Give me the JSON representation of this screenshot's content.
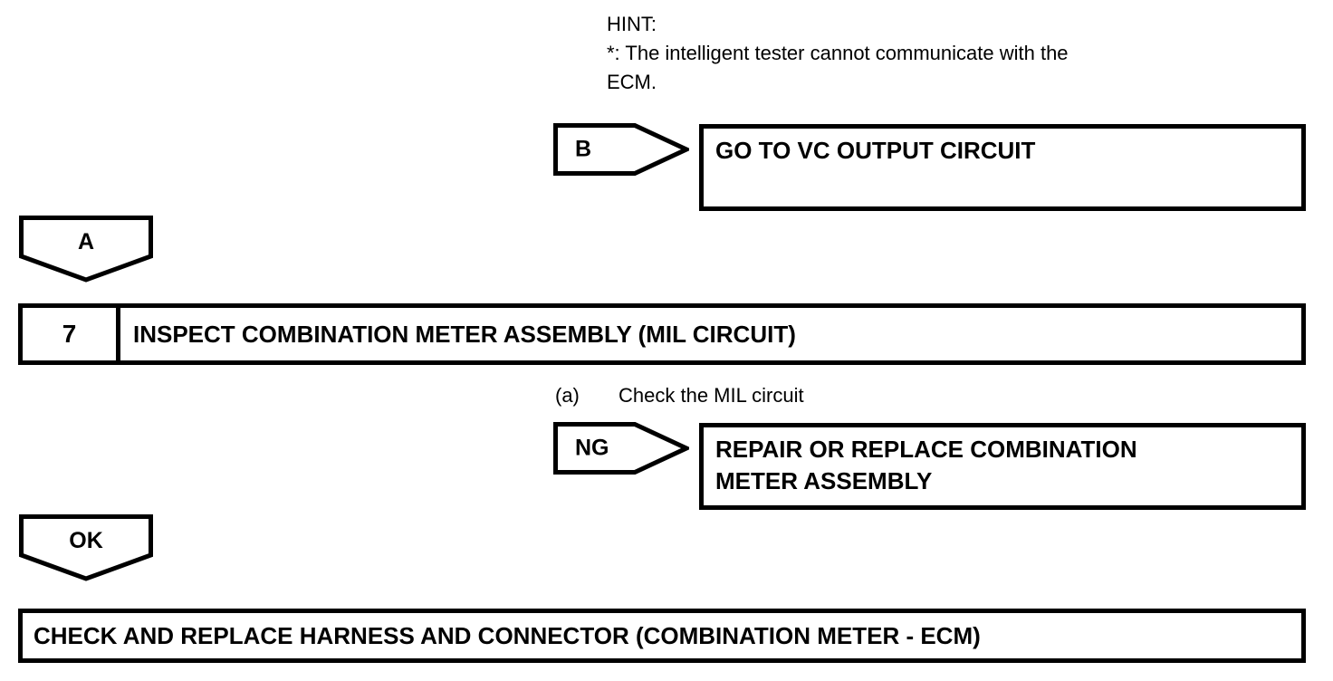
{
  "hint": {
    "lines": [
      "HINT:",
      "*: The intelligent tester cannot communicate with the",
      "ECM."
    ]
  },
  "branch_b": {
    "connector_label": "B",
    "result_text": "GO TO VC OUTPUT CIRCUIT"
  },
  "connector_a": {
    "label": "A"
  },
  "step": {
    "number": "7",
    "title": "INSPECT COMBINATION METER ASSEMBLY (MIL CIRCUIT)",
    "substep_marker": "(a)",
    "substep_text": "Check the MIL circuit"
  },
  "branch_ng": {
    "connector_label": "NG",
    "result_lines": [
      "REPAIR OR REPLACE COMBINATION",
      "METER ASSEMBLY"
    ]
  },
  "connector_ok": {
    "label": "OK"
  },
  "final_action": {
    "text": "CHECK AND REPLACE HARNESS AND CONNECTOR (COMBINATION METER - ECM)"
  },
  "colors": {
    "ink": "#000000",
    "background": "#ffffff"
  }
}
